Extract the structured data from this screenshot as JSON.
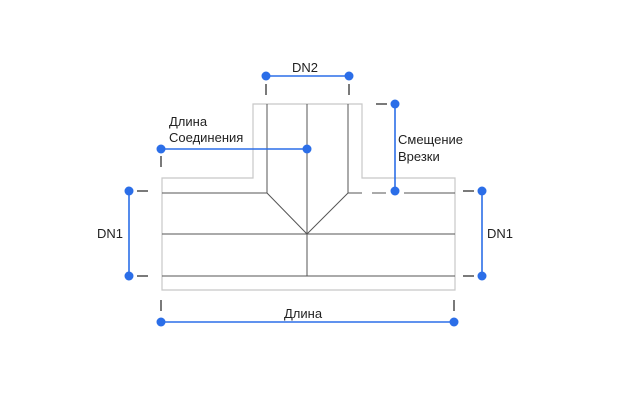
{
  "labels": {
    "dn2": "DN2",
    "connection_length_line1": "Длина",
    "connection_length_line2": "Соединения",
    "branch_offset_line1": "Смещение",
    "branch_offset_line2": "Врезки",
    "dn1_left": "DN1",
    "dn1_right": "DN1",
    "length": "Длина"
  },
  "colors": {
    "dimension": "#2b6ee8",
    "outline": "#c8c8c8",
    "body": "#555555",
    "tick": "#222222",
    "text": "#222222"
  }
}
